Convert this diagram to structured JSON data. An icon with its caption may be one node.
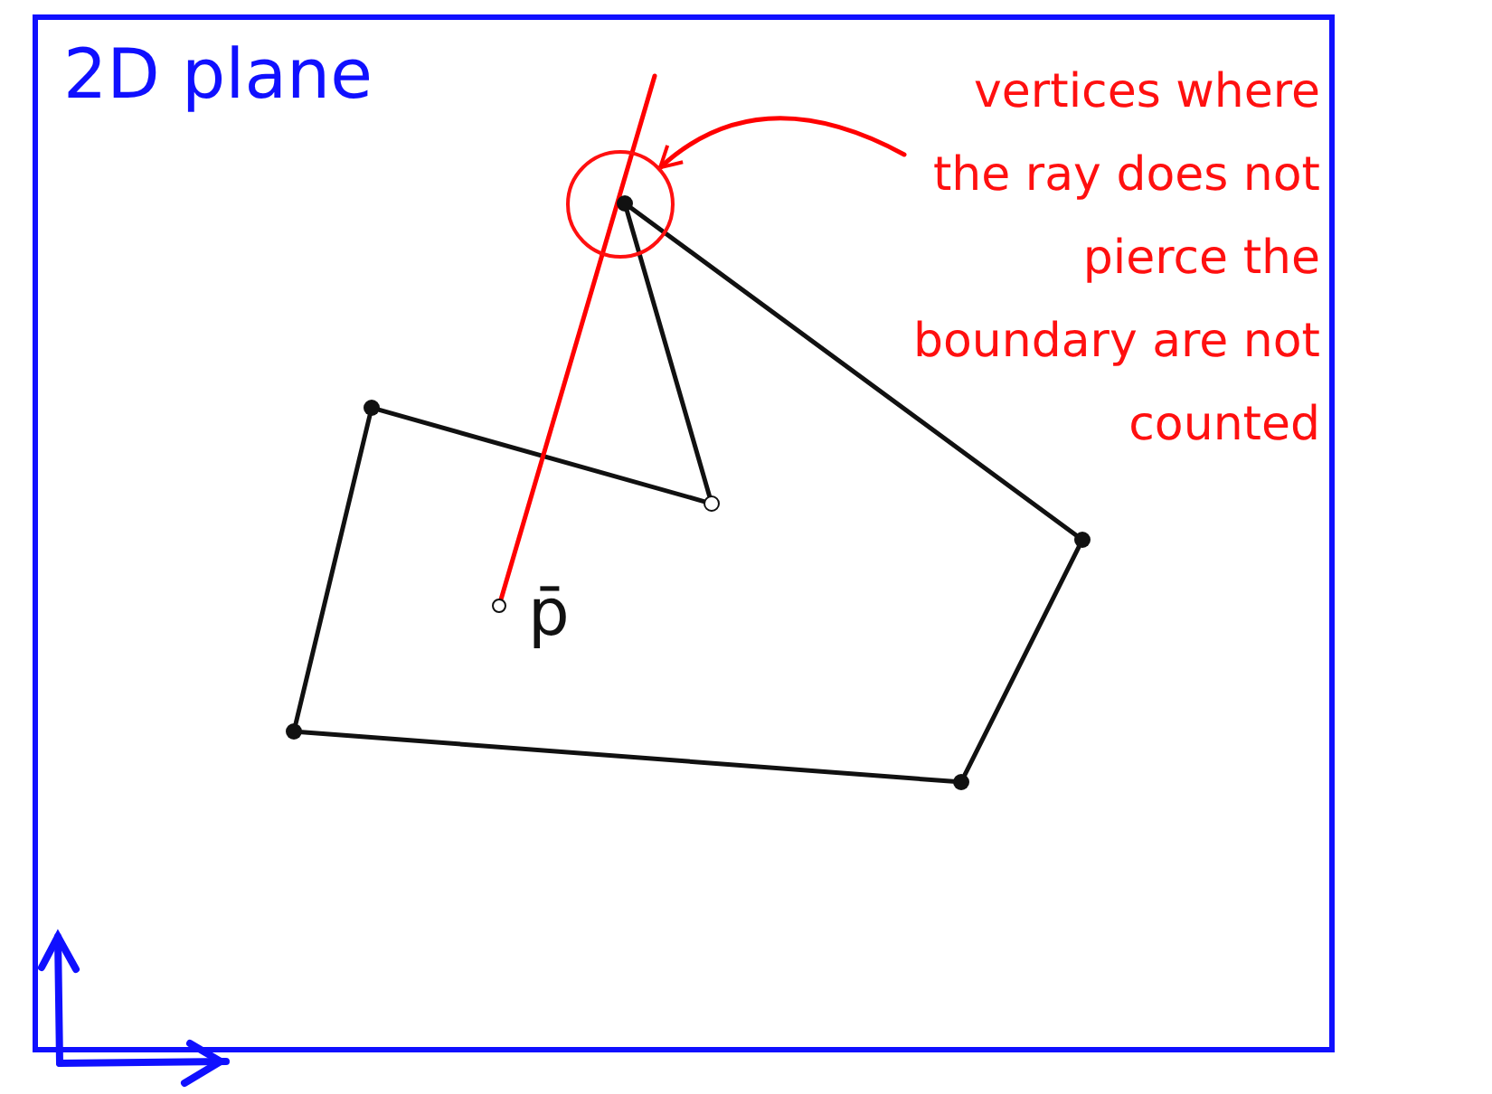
{
  "diagram": {
    "nodes": [
      {
        "text": [
          "2D plane"
        ]
      },
      {
        "text": [],
        "shape": "circle",
        "in": 8
      },
      {
        "text": [],
        "shape": "circle",
        "in": 0
      },
      {
        "text": [],
        "shape": "circle",
        "in": 0
      },
      {
        "text": [],
        "shape": "circle",
        "in": 0
      },
      {
        "text": [],
        "shape": "circle",
        "in": 0
      },
      {
        "text": [],
        "shape": "circle",
        "in": 0
      },
      {
        "text": [],
        "shape": "circle",
        "in": 0,
        "beside": [
          "p̄"
        ]
      },
      {
        "text": [],
        "shape": "circle",
        "in": 0
      },
      {
        "text": [
          "vertices where the ray does not pierce the boundary are not counted"
        ],
        "in": 0
      }
    ],
    "edges": [
      {
        "from": 5,
        "to": 2,
        "arrow": "none"
      },
      {
        "from": 2,
        "to": 3,
        "arrow": "none"
      },
      {
        "from": 3,
        "to": 1,
        "arrow": "none"
      },
      {
        "from": 1,
        "to": 4,
        "arrow": "none"
      },
      {
        "from": 4,
        "to": 6,
        "arrow": "none"
      },
      {
        "from": 6,
        "to": 5,
        "arrow": "none"
      },
      {
        "from": 7,
        "to": null,
        "arrow": "none",
        "color": "#ff0000"
      },
      {
        "from": 9,
        "to": 8,
        "arrow": "to",
        "color": "#ff0000"
      }
    ]
  }
}
